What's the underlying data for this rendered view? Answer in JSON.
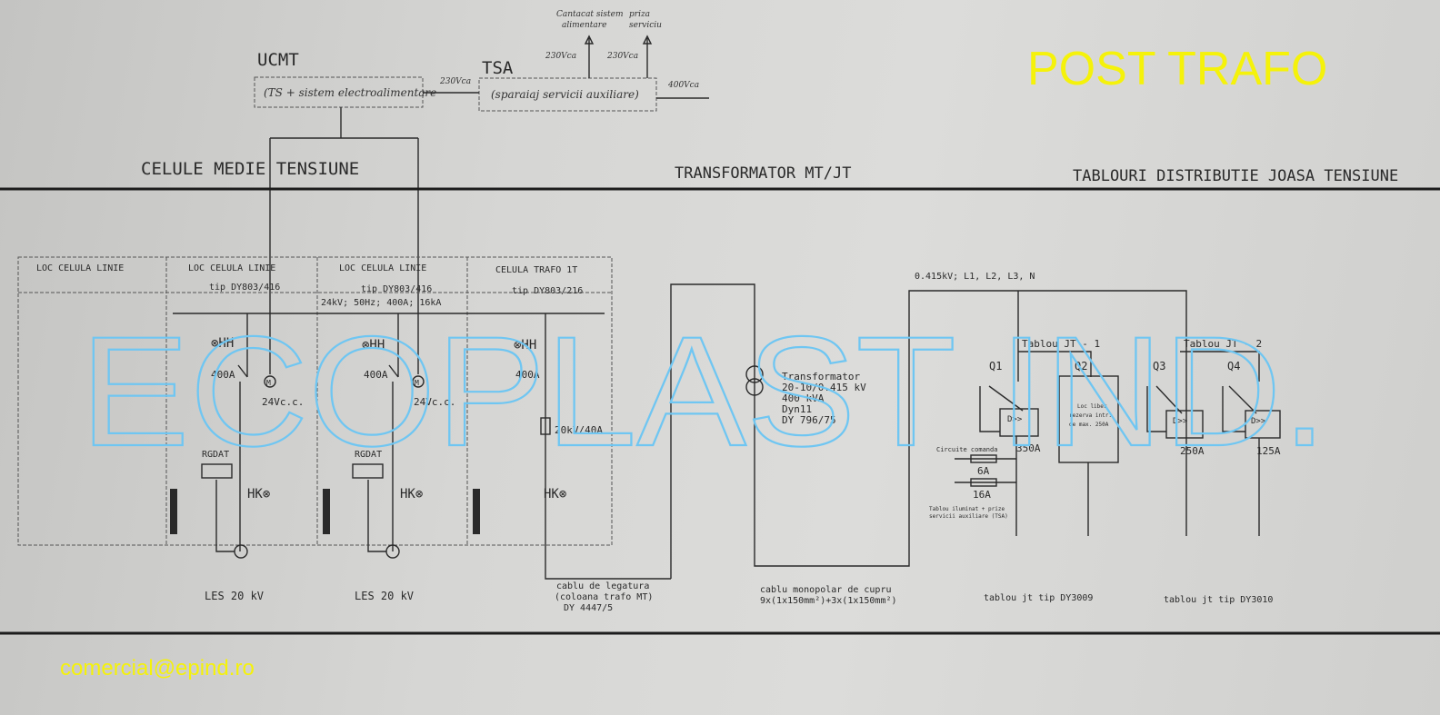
{
  "title": "POST TRAFO",
  "email": "comercial@epind.ro",
  "watermark": "ECOPLAST IND.",
  "colors": {
    "title": "#f5f20a",
    "watermark": "#6fc6f2",
    "lines": "#2a2a2a"
  },
  "top": {
    "ucmt_label": "UCMT",
    "ucmt_box": "(TS + sistem electroalimentare",
    "tsa_label": "TSA",
    "tsa_box": "(sparaiaj servicii auxiliare)",
    "v_ucmt": "230Vca",
    "v_out1": "230Vca",
    "v_out2": "230Vca",
    "v_in": "400Vca",
    "out1_label": [
      "Cantacat sistem",
      "alimentare"
    ],
    "out2_label": [
      "priza",
      "serviciu"
    ]
  },
  "sections": {
    "mt": "CELULE MEDIE TENSIUNE",
    "trafo": "TRANSFORMATOR MT/JT",
    "jt": "TABLOURI DISTRIBUTIE JOASA TENSIUNE"
  },
  "cells": [
    {
      "name": "LOC CELULA LINIE",
      "type": ""
    },
    {
      "name": "LOC CELULA LINIE",
      "type": "tip DY803/416",
      "current": "400A",
      "motor": "24Vc.c.",
      "relay": "RGDAT",
      "cable": "LES 20 kV"
    },
    {
      "name": "LOC CELULA LINIE",
      "type": "tip DY803/416",
      "current": "400A",
      "motor": "24Vc.c.",
      "relay": "RGDAT",
      "cable": "LES 20 kV"
    },
    {
      "name": "CELULA TRAFO 1T",
      "type": "tip DY803/216",
      "current": "400A",
      "fuse": "20kV/40A"
    }
  ],
  "busbar": "24kV; 50Hz; 400A; 16kA",
  "transformer": [
    "Transformator",
    "20-10/0.415 kV",
    "400 kVA",
    "Dyn11",
    "DY 796/75"
  ],
  "cable_mt": [
    "cablu de legatura",
    "(coloana trafo MT)",
    "DY 4447/5"
  ],
  "cable_jt": [
    "cablu monopolar de cupru",
    "9x(1x150mm²)+3x(1x150mm²)"
  ],
  "jt": {
    "bus": "0.415kV; L1, L2, L3, N",
    "panel1": "Tablou JT - 1",
    "panel2": "Tablou JT - 2",
    "breakers": [
      {
        "id": "Q1",
        "rating": "350A"
      },
      {
        "id": "Q2",
        "note": [
          "Loc liber",
          "rezerva intr.",
          "de max. 250A"
        ]
      },
      {
        "id": "Q3",
        "rating": "250A"
      },
      {
        "id": "Q4",
        "rating": "125A"
      }
    ],
    "control": "Circuite comanda",
    "fuse1": "6A",
    "fuse2": "16A",
    "tsa_note": [
      "Tablou iluminat + prize",
      "servicii auxiliare (TSA)"
    ],
    "board1": "tablou jt tip DY3009",
    "board2": "tablou jt tip DY3010"
  }
}
